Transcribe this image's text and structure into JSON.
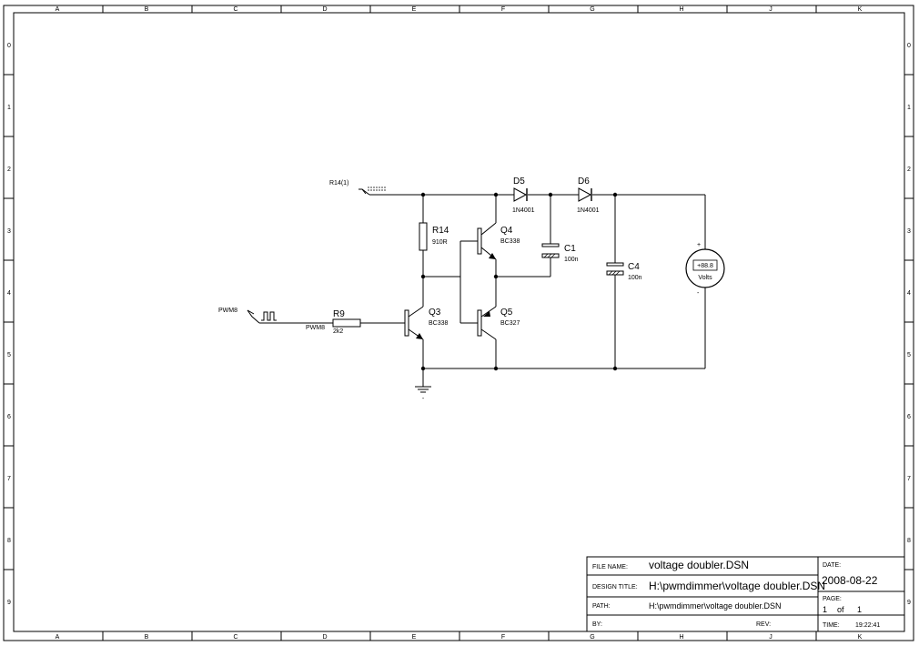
{
  "frame": {
    "column_labels": [
      "A",
      "B",
      "C",
      "D",
      "E",
      "F",
      "G",
      "H",
      "J",
      "K"
    ],
    "row_labels": [
      "0",
      "1",
      "2",
      "3",
      "4",
      "5",
      "6",
      "7",
      "8",
      "9"
    ]
  },
  "components": {
    "r14_source": {
      "ref": "R14(1)"
    },
    "pwm_source": {
      "ref": "PWM8"
    },
    "r9": {
      "ref": "R9",
      "net": "PWM8",
      "value": "2k2"
    },
    "r14": {
      "ref": "R14",
      "value": "910R"
    },
    "q3": {
      "ref": "Q3",
      "value": "BC338"
    },
    "q4": {
      "ref": "Q4",
      "value": "BC338"
    },
    "q5": {
      "ref": "Q5",
      "value": "BC327"
    },
    "d5": {
      "ref": "D5",
      "value": "1N4001"
    },
    "d6": {
      "ref": "D6",
      "value": "1N4001"
    },
    "c1": {
      "ref": "C1",
      "value": "100n"
    },
    "c4": {
      "ref": "C4",
      "value": "100n"
    },
    "voltmeter": {
      "display": "+88.8",
      "unit": "Volts",
      "plus": "+",
      "minus": "-"
    },
    "ground": {
      "label": "-"
    }
  },
  "title_block": {
    "file_name_label": "FILE NAME:",
    "file_name": "voltage doubler.DSN",
    "design_title_label": "DESIGN TITLE:",
    "design_title": "H:\\pwmdimmer\\voltage doubler.DSN",
    "path_label": "PATH:",
    "path": "H:\\pwmdimmer\\voltage doubler.DSN",
    "by_label": "BY:",
    "rev_label": "REV:",
    "date_label": "DATE:",
    "date": "2008-08-22",
    "page_label": "PAGE:",
    "page_num": "1",
    "page_of": "of",
    "page_total": "1",
    "time_label": "TIME:",
    "time": "19:22:41"
  }
}
